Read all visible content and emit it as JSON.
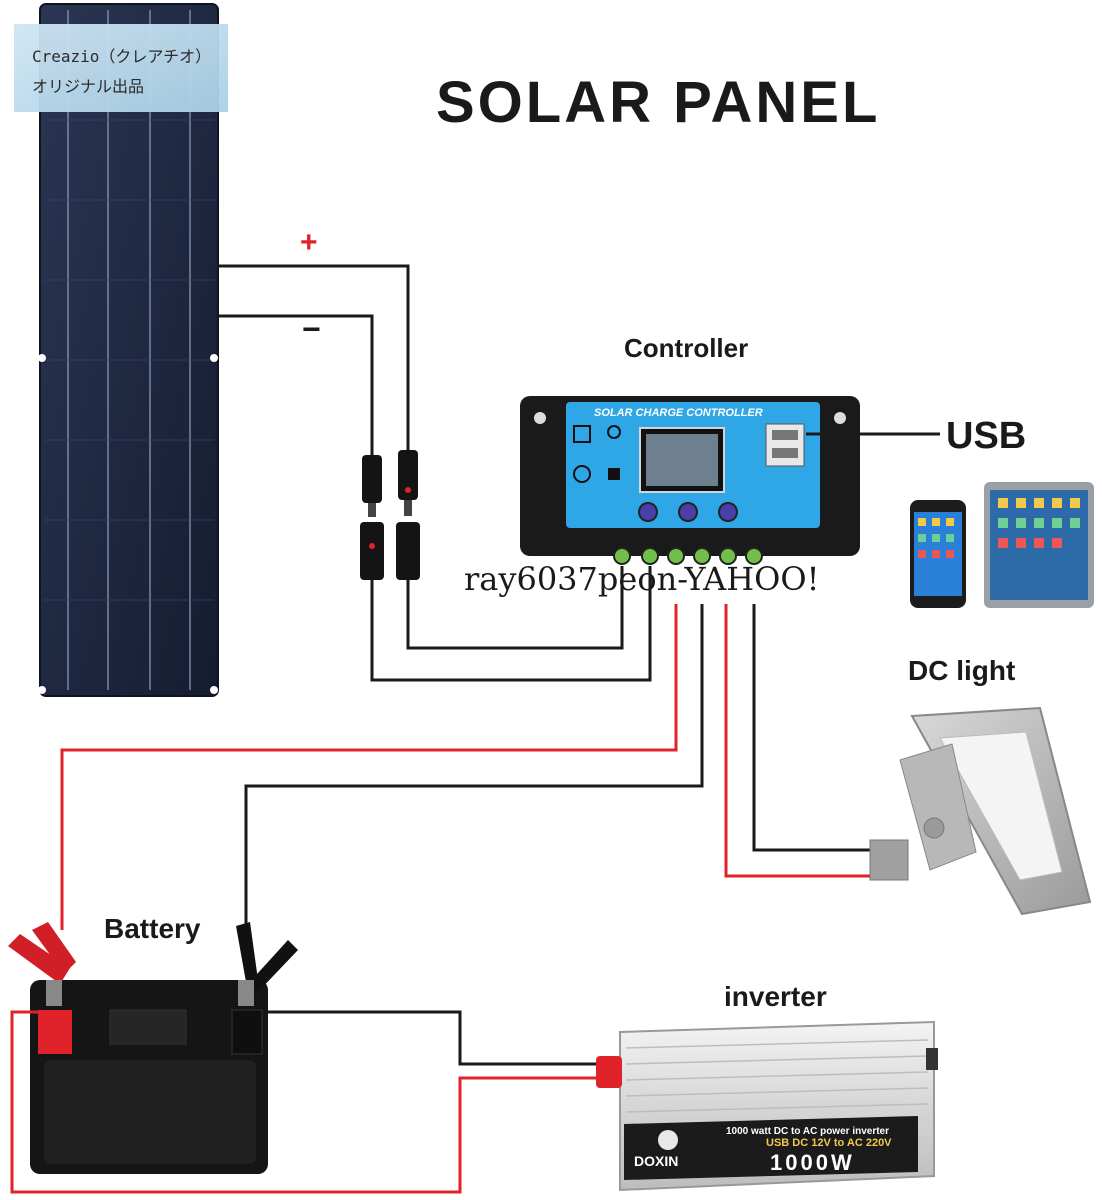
{
  "title": "SOLAR PANEL",
  "labels": {
    "plus": "+",
    "minus": "−",
    "controller": "Controller",
    "usb": "USB",
    "dc_light": "DC light",
    "battery": "Battery",
    "inverter": "inverter"
  },
  "watermark": {
    "line1": "Creazio（クレアチオ）",
    "line2": "オリジナル出品",
    "overlay": "ray6037peon-YAHOO!"
  },
  "controller_panel": {
    "title": "SOLAR CHARGE CONTROLLER"
  },
  "inverter_panel": {
    "brand": "DOXIN",
    "line1": "1000 watt DC to AC power inverter",
    "line2": "USB DC 12V to AC 220V",
    "model": "1000W"
  },
  "colors": {
    "wire_black": "#1a1a1a",
    "wire_red": "#e0222a",
    "panel_blue": "#1f2a44",
    "controller_blue": "#2fa6e6"
  }
}
